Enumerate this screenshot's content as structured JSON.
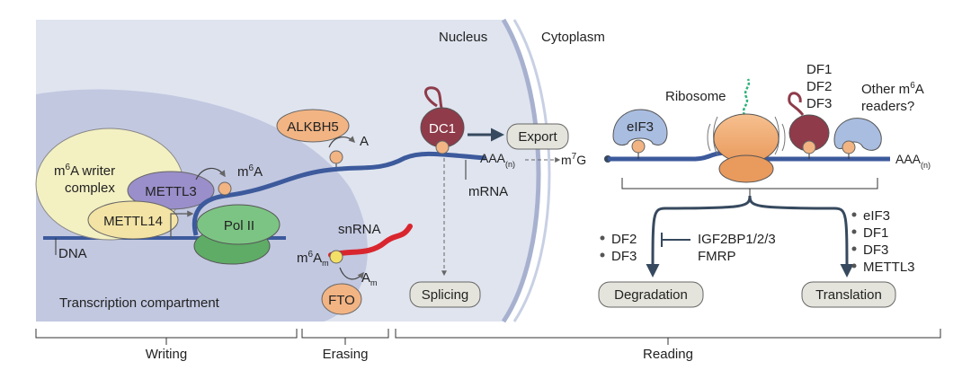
{
  "regions": {
    "nucleus": "Nucleus",
    "cytoplasm": "Cytoplasm",
    "transcription_compartment": "Transcription compartment"
  },
  "writing": {
    "writer_complex_line1": "m",
    "writer_complex_sup": "6",
    "writer_complex_line1b": "A writer",
    "writer_complex_line2": "complex",
    "mettl3": "METTL3",
    "mettl14": "METTL14",
    "pol2": "Pol II",
    "dna": "DNA",
    "m6a_m": "m",
    "m6a_sup": "6",
    "m6a_a": "A"
  },
  "erasing": {
    "alkbh5": "ALKBH5",
    "alkbh5_product": "A",
    "snrna": "snRNA",
    "m6am_m": "m",
    "m6am_sup": "6",
    "m6am_a": "A",
    "m6am_sub": "m",
    "am_a": "A",
    "am_sub": "m",
    "fto": "FTO"
  },
  "nuclear_mrna": {
    "dc1": "DC1",
    "export": "Export",
    "splicing": "Splicing",
    "mrna": "mRNA",
    "aaa": "AAA",
    "aaa_sub": "(n)"
  },
  "cytoplasm": {
    "m7g_m": "m",
    "m7g_sup": "7",
    "m7g_g": "G",
    "eif3": "eIF3",
    "ribosome": "Ribosome",
    "df1": "DF1",
    "df2": "DF2",
    "df3": "DF3",
    "other_line1_a": "Other m",
    "other_line1_sup": "6",
    "other_line1_b": "A",
    "other_line2": "readers?",
    "aaa": "AAA",
    "aaa_sub": "(n)"
  },
  "outcomes": {
    "degradation": "Degradation",
    "translation": "Translation",
    "deg_readers": [
      "DF2",
      "DF3"
    ],
    "inhibitor_line1": "IGF2BP1/2/3",
    "inhibitor_line2": "FMRP",
    "trans_readers": [
      "eIF3",
      "DF1",
      "DF3",
      "METTL3"
    ]
  },
  "stages": {
    "writing": "Writing",
    "erasing": "Erasing",
    "reading": "Reading"
  },
  "colors": {
    "nucleus_bg": "#dfe4ef",
    "compartment_bg": "#c2c8e0",
    "membrane": "#a7b1cf",
    "rna": "#3c5a9c",
    "pale_yellow": "#f3f0c2",
    "purple": "#9a8fca",
    "green": "#7cc483",
    "orange": "#f2b483",
    "maroon": "#8f3b4a",
    "light_blue": "#a9bde0",
    "pill": "#e4e4dc",
    "snrna": "#d9262e"
  }
}
